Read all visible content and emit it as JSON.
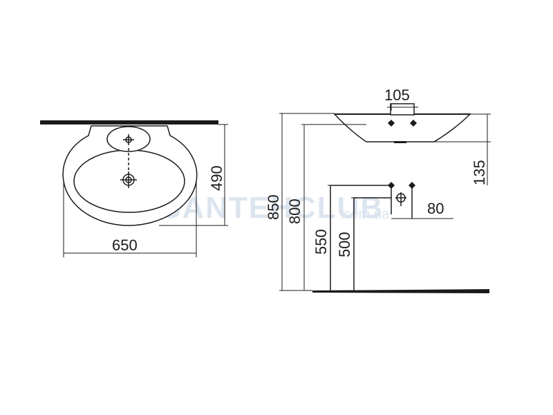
{
  "dimensions": {
    "top_width": "650",
    "top_depth": "490",
    "tap_spacing": "105",
    "bowl_depth": "135",
    "overall_height": "850",
    "rim_height": "800",
    "supply_height": "550",
    "drain_height": "500",
    "drain_offset": "80"
  },
  "watermark": {
    "brand": "SANTEHCLUB",
    "domain": ".com.ua",
    "color": "#d9e3ee"
  },
  "colors": {
    "line": "#1a1a1a",
    "fill": "#ffffff"
  }
}
